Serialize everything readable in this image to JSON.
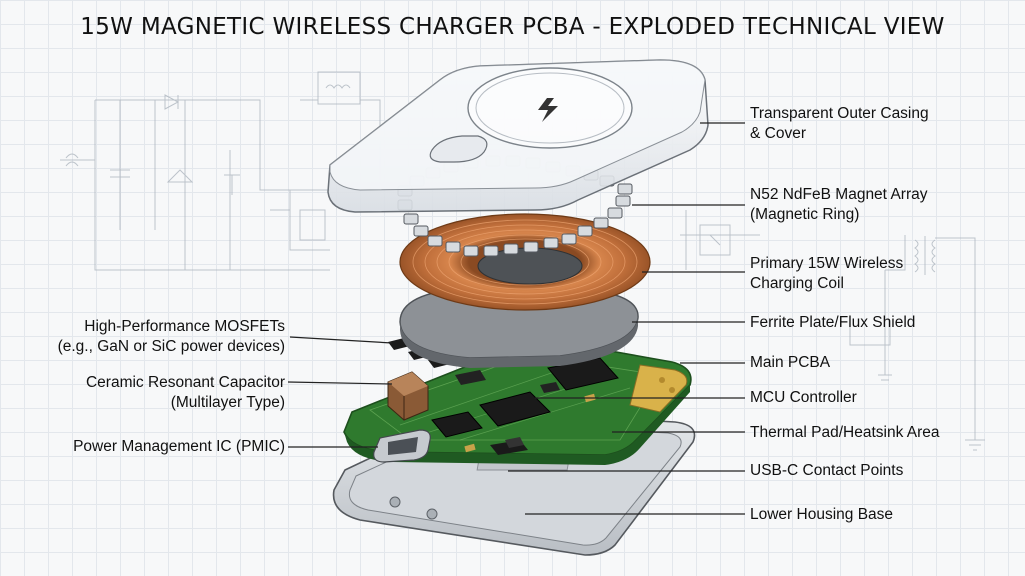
{
  "title": "15W MAGNETIC WIRELESS CHARGER PCBA - EXPLODED TECHNICAL VIEW",
  "labels_right": [
    {
      "id": "outer-casing",
      "lines": [
        "Transparent Outer Casing",
        "& Cover"
      ]
    },
    {
      "id": "magnet-array",
      "lines": [
        "N52 NdFeB Magnet Array",
        "(Magnetic Ring)"
      ]
    },
    {
      "id": "charging-coil",
      "lines": [
        "Primary 15W Wireless",
        "Charging Coil"
      ]
    },
    {
      "id": "ferrite-plate",
      "lines": [
        "Ferrite Plate/Flux Shield"
      ]
    },
    {
      "id": "main-pcba",
      "lines": [
        "Main PCBA"
      ]
    },
    {
      "id": "mcu-controller",
      "lines": [
        "MCU Controller"
      ]
    },
    {
      "id": "thermal-pad",
      "lines": [
        "Thermal Pad/Heatsink Area"
      ]
    },
    {
      "id": "usb-c-contacts",
      "lines": [
        "USB-C Contact Points"
      ]
    },
    {
      "id": "lower-housing",
      "lines": [
        "Lower Housing Base"
      ]
    }
  ],
  "labels_left": [
    {
      "id": "mosfets",
      "lines": [
        "High-Performance MOSFETs",
        "(e.g., GaN or SiC power devices)"
      ]
    },
    {
      "id": "resonant-capacitor",
      "lines": [
        "Ceramic Resonant Capacitor",
        "(Multilayer Type)"
      ]
    },
    {
      "id": "pmic",
      "lines": [
        "Power Management IC (PMIC)"
      ]
    }
  ],
  "colors": {
    "pcb": "#3f8f3a",
    "copper_coil": "#c8733f",
    "ferrite": "#8c8f93",
    "gold_pads": "#d9b24a",
    "casing": "#e9edf1"
  }
}
